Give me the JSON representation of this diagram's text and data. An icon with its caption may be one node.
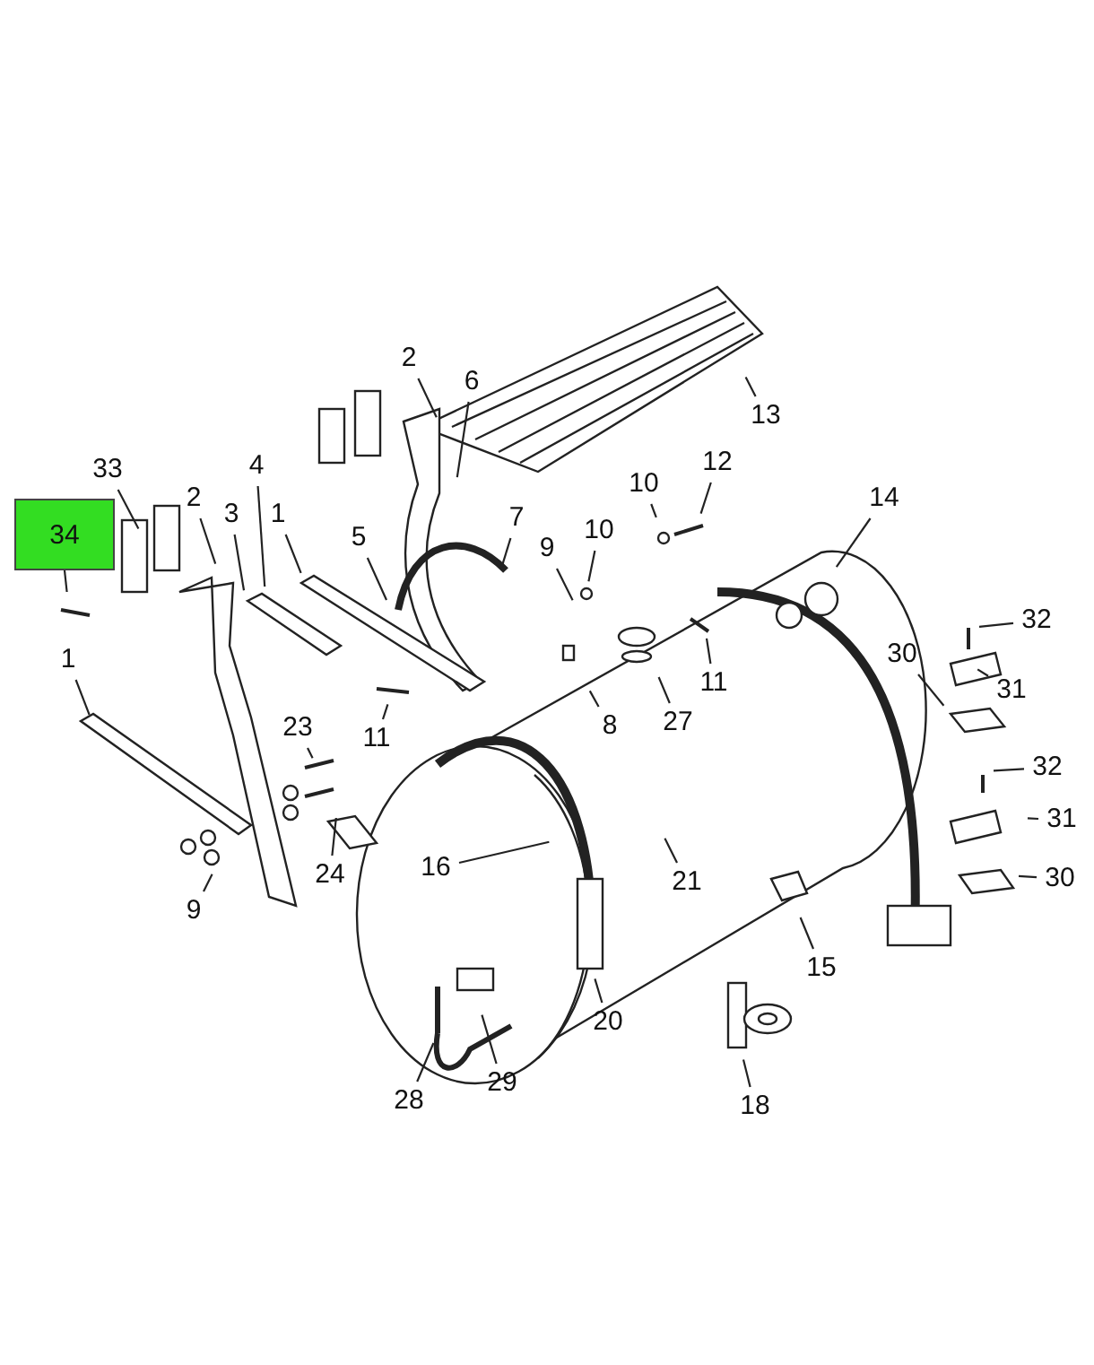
{
  "diagram": {
    "nodes": [
      {
        "text": [
          "2"
        ]
      },
      {
        "text": [
          "6"
        ]
      },
      {
        "text": [
          "13"
        ]
      },
      {
        "text": [
          "12"
        ]
      },
      {
        "text": [
          "4"
        ]
      },
      {
        "text": [
          "33"
        ]
      },
      {
        "text": [
          "10"
        ]
      },
      {
        "text": [
          "2"
        ]
      },
      {
        "text": [
          "14"
        ]
      },
      {
        "text": [
          "3"
        ]
      },
      {
        "text": [
          "1"
        ]
      },
      {
        "text": [
          "7"
        ]
      },
      {
        "text": [
          "34"
        ]
      },
      {
        "text": [
          "10"
        ]
      },
      {
        "text": [
          "5"
        ]
      },
      {
        "text": [
          "9"
        ]
      },
      {
        "text": [
          "32"
        ]
      },
      {
        "text": [
          "1"
        ]
      },
      {
        "text": [
          "30"
        ]
      },
      {
        "text": [
          "11"
        ]
      },
      {
        "text": [
          "31"
        ]
      },
      {
        "text": [
          "27"
        ]
      },
      {
        "text": [
          "8"
        ]
      },
      {
        "text": [
          "23"
        ]
      },
      {
        "text": [
          "11"
        ]
      },
      {
        "text": [
          "32"
        ]
      },
      {
        "text": [
          "31"
        ]
      },
      {
        "text": [
          "16"
        ]
      },
      {
        "text": [
          "24"
        ]
      },
      {
        "text": [
          "30"
        ]
      },
      {
        "text": [
          "21"
        ]
      },
      {
        "text": [
          "9"
        ]
      },
      {
        "text": [
          "15"
        ]
      },
      {
        "text": [
          "20"
        ]
      },
      {
        "text": [
          "29"
        ]
      },
      {
        "text": [
          "28"
        ]
      },
      {
        "text": [
          "18"
        ]
      }
    ],
    "edges": [
      {
        "from": 0,
        "to": null,
        "arrow": "none"
      },
      {
        "from": 1,
        "to": null,
        "arrow": "none"
      },
      {
        "from": 2,
        "to": null,
        "arrow": "none"
      },
      {
        "from": 3,
        "to": null,
        "arrow": "none"
      },
      {
        "from": 4,
        "to": null,
        "arrow": "none"
      },
      {
        "from": 5,
        "to": null,
        "arrow": "none"
      },
      {
        "from": 6,
        "to": null,
        "arrow": "none"
      },
      {
        "from": 7,
        "to": null,
        "arrow": "none"
      },
      {
        "from": 8,
        "to": null,
        "arrow": "none"
      },
      {
        "from": 9,
        "to": null,
        "arrow": "none"
      },
      {
        "from": 10,
        "to": null,
        "arrow": "none"
      },
      {
        "from": 11,
        "to": null,
        "arrow": "none"
      },
      {
        "from": 12,
        "to": null,
        "arrow": "none"
      },
      {
        "from": 13,
        "to": null,
        "arrow": "none"
      },
      {
        "from": 14,
        "to": null,
        "arrow": "none"
      },
      {
        "from": 15,
        "to": null,
        "arrow": "none"
      },
      {
        "from": 16,
        "to": null,
        "arrow": "none"
      },
      {
        "from": 17,
        "to": null,
        "arrow": "none"
      },
      {
        "from": 18,
        "to": null,
        "arrow": "none"
      },
      {
        "from": 19,
        "to": null,
        "arrow": "none"
      },
      {
        "from": 20,
        "to": null,
        "arrow": "none"
      },
      {
        "from": 21,
        "to": null,
        "arrow": "none"
      },
      {
        "from": 22,
        "to": null,
        "arrow": "none"
      },
      {
        "from": 23,
        "to": null,
        "arrow": "none"
      },
      {
        "from": 24,
        "to": null,
        "arrow": "none"
      },
      {
        "from": 25,
        "to": null,
        "arrow": "none"
      },
      {
        "from": 26,
        "to": null,
        "arrow": "none"
      },
      {
        "from": 27,
        "to": null,
        "arrow": "none"
      },
      {
        "from": 28,
        "to": null,
        "arrow": "none"
      },
      {
        "from": 29,
        "to": null,
        "arrow": "none"
      },
      {
        "from": 30,
        "to": null,
        "arrow": "none"
      },
      {
        "from": 31,
        "to": null,
        "arrow": "none"
      },
      {
        "from": 32,
        "to": null,
        "arrow": "none"
      },
      {
        "from": 33,
        "to": null,
        "arrow": "none"
      },
      {
        "from": 34,
        "to": null,
        "arrow": "none"
      },
      {
        "from": 35,
        "to": null,
        "arrow": "none"
      },
      {
        "from": 36,
        "to": null,
        "arrow": "none"
      }
    ]
  }
}
